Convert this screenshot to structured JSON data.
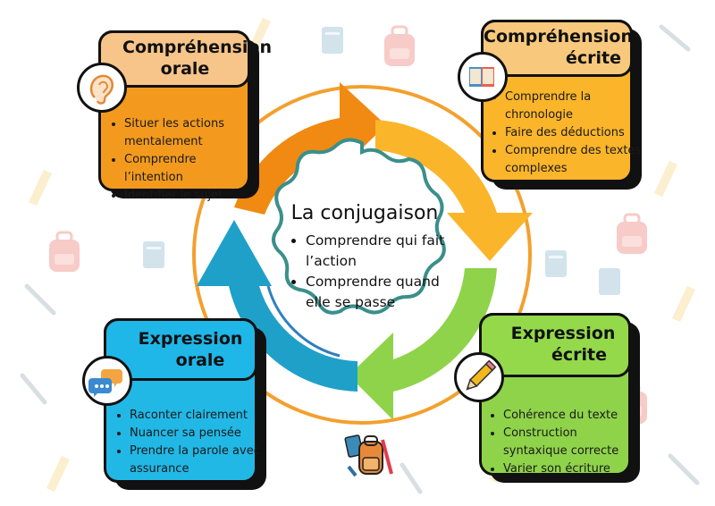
{
  "center": {
    "title": "La conjugaison",
    "items": [
      "Comprendre qui fait l’action",
      "Comprendre quand elle se passe"
    ]
  },
  "cards": {
    "co": {
      "title_line1": "Compréhension",
      "title_line2": "orale",
      "icon": "ear-icon",
      "items": [
        "Situer les actions mentalement",
        "Comprendre l’intention",
        "Identifier le sujet"
      ],
      "color": "#f39a1e",
      "head_color": "#f7c489"
    },
    "ce": {
      "title_line1": "Compréhension",
      "title_line2": "écrite",
      "icon": "book-icon",
      "items": [
        "Comprendre la chronologie",
        "Faire des déductions",
        "Comprendre des textes complexes"
      ],
      "color": "#fbb52b",
      "head_color": "#f8c97c"
    },
    "eo": {
      "title_line1": "Expression",
      "title_line2": "orale",
      "icon": "speech-bubbles-icon",
      "items": [
        "Raconter clairement",
        "Nuancer sa pensée",
        "Prendre la parole avec assurance"
      ],
      "color": "#21b8e6",
      "head_color": "#1fb6e8"
    },
    "ee": {
      "title_line1": "Expression",
      "title_line2": "écrite",
      "icon": "pencil-icon",
      "items": [
        "Cohérence du texte",
        "Construction syntaxique correcte",
        "Varier son écriture"
      ],
      "color": "#8fd34a",
      "head_color": "#93d94a"
    }
  },
  "cycle_colors": [
    "#f08a12",
    "#fbb52b",
    "#8fd34a",
    "#1fa0c8",
    "#2f7fbf"
  ]
}
